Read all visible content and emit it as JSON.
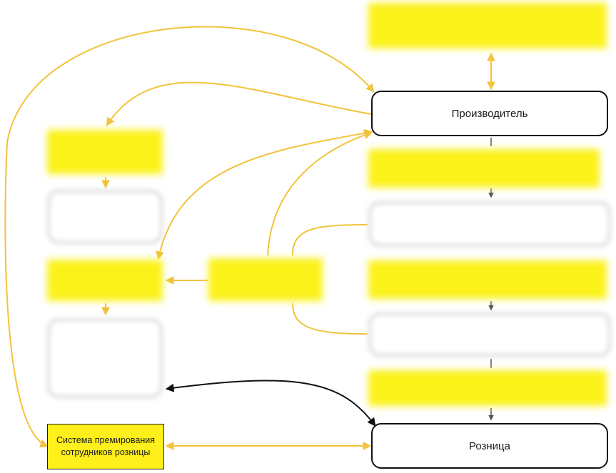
{
  "diagram": {
    "producer_label": "Производитель",
    "retail_label": "Розница",
    "bonus_system_line1": "Система премирования",
    "bonus_system_line2": "сотрудников розницы"
  },
  "colors": {
    "connector_yellow": "#f2c33b",
    "connector_black": "#111111",
    "box_yellow": "#ffef1a"
  }
}
